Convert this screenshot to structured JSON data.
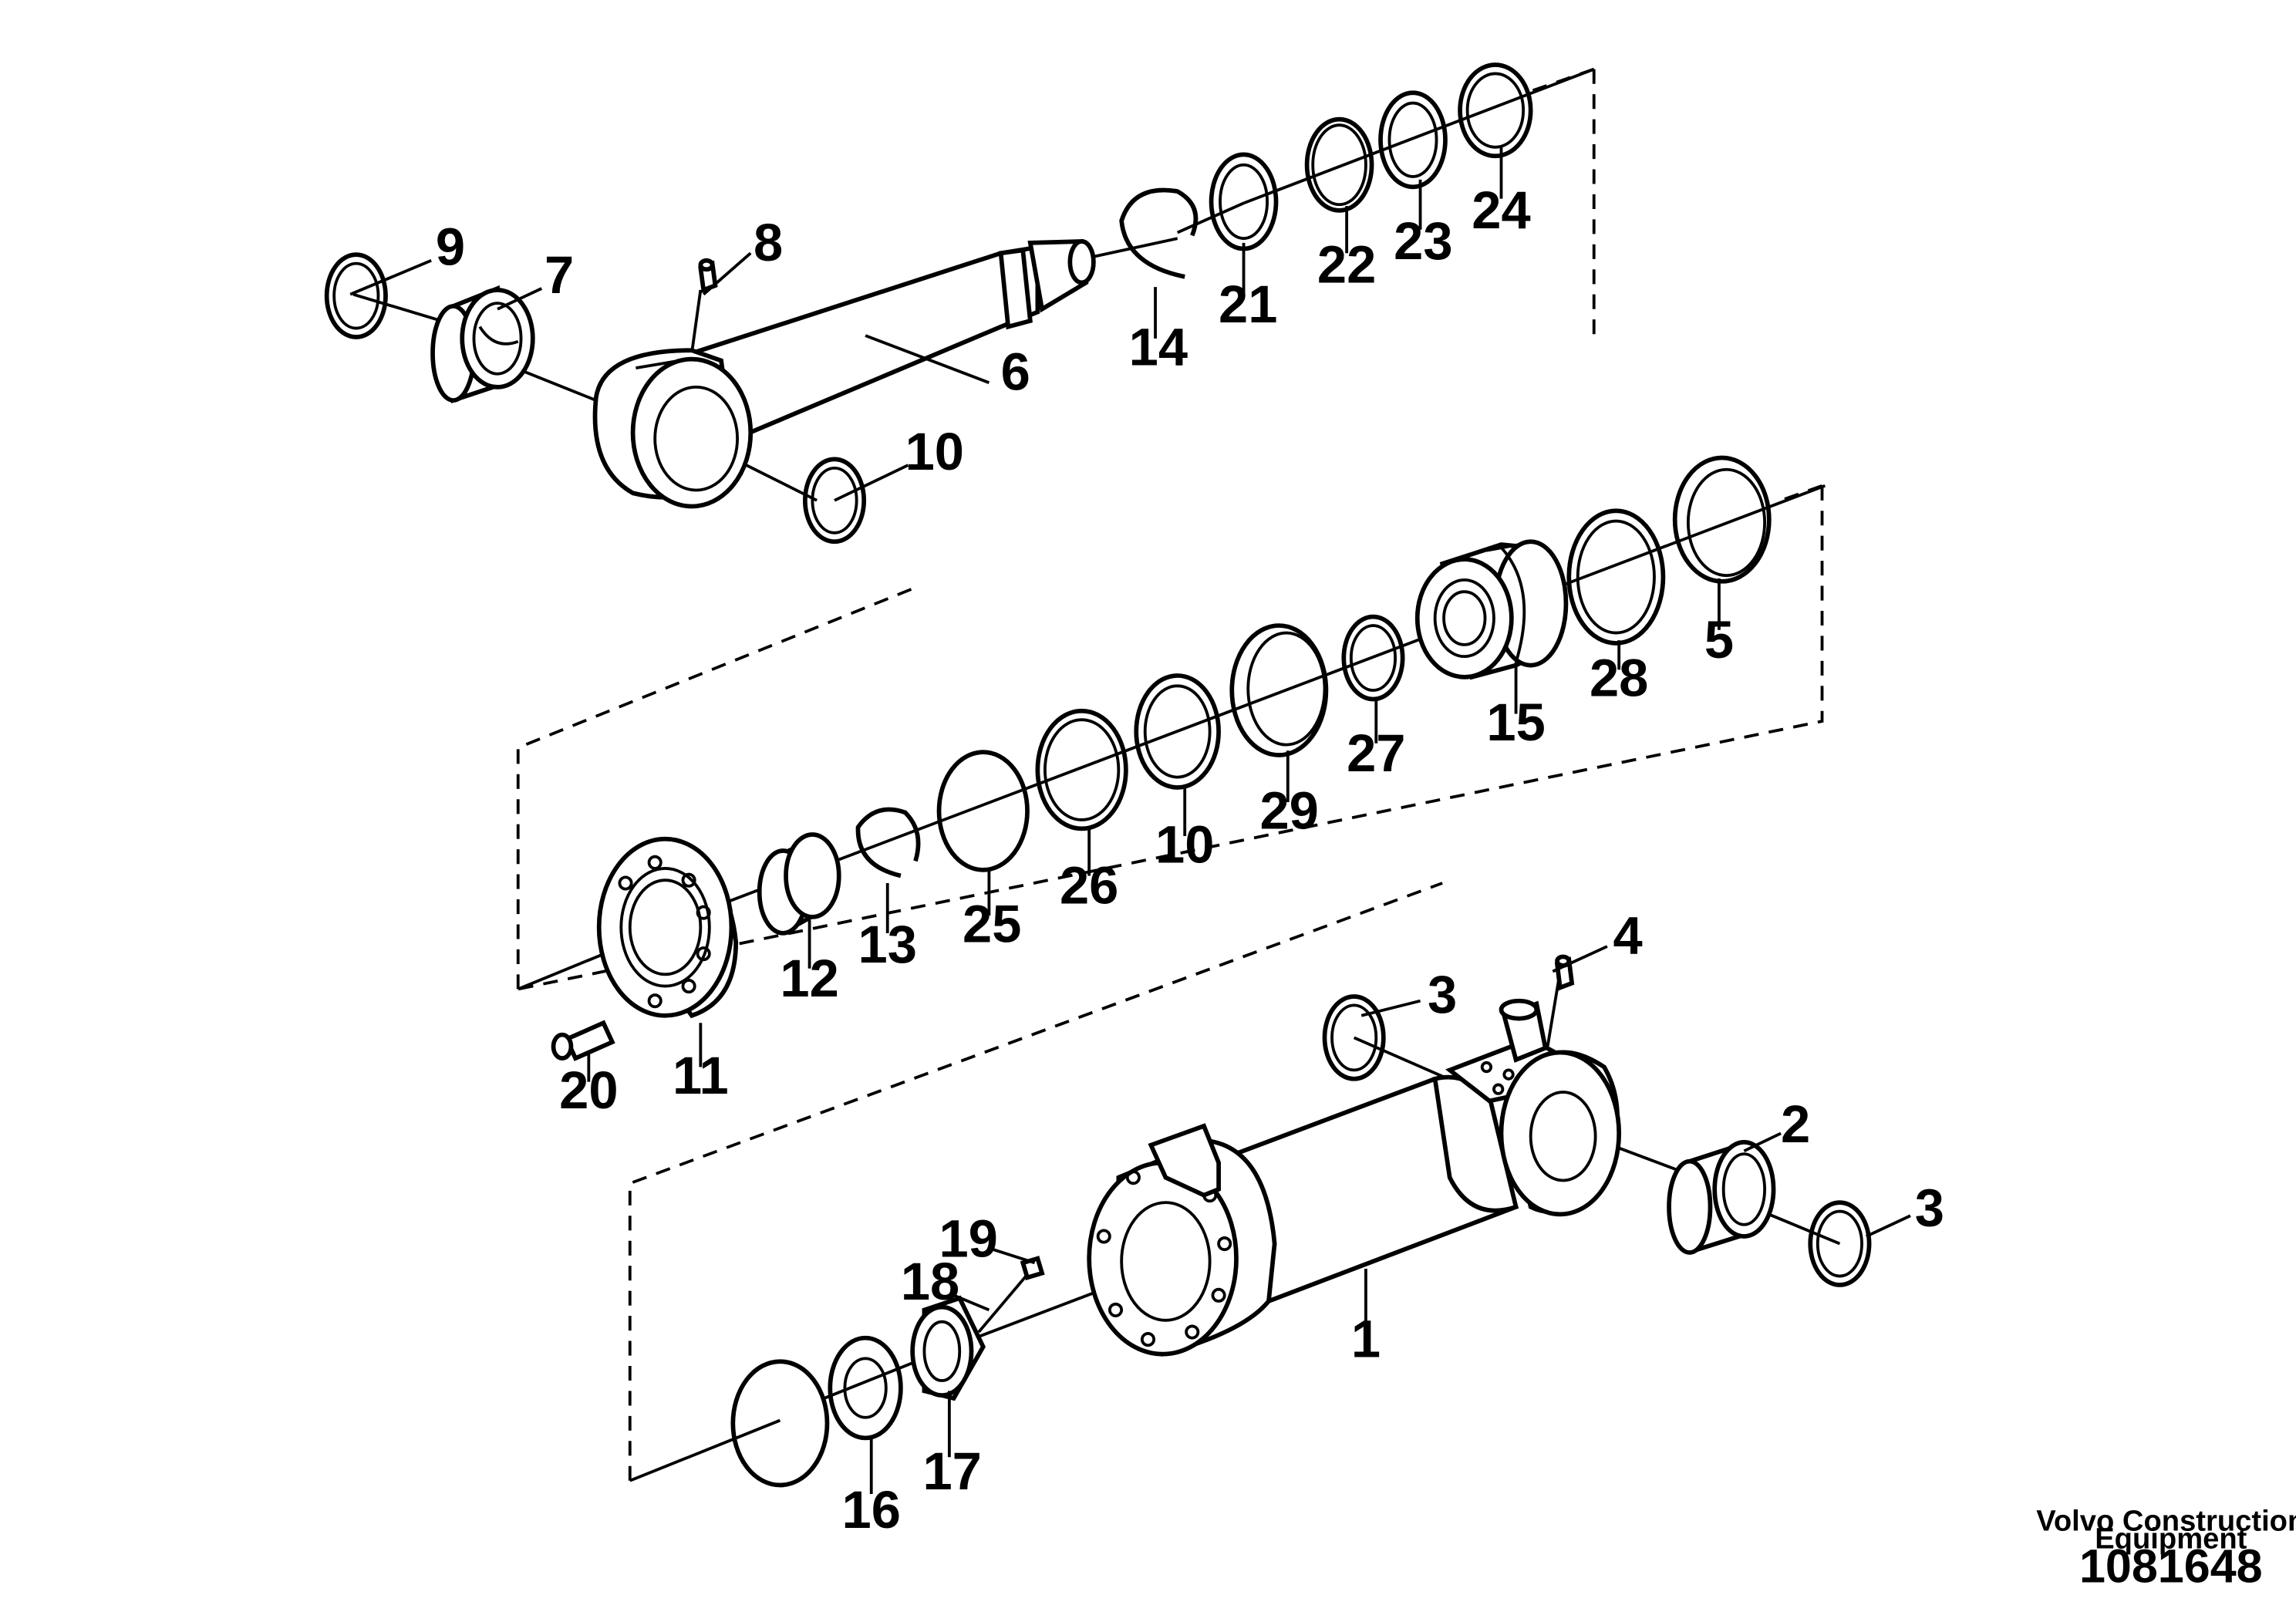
{
  "callouts": [
    {
      "id": "c1",
      "text": "1"
    },
    {
      "id": "c2",
      "text": "2"
    },
    {
      "id": "c3a",
      "text": "3"
    },
    {
      "id": "c3b",
      "text": "3"
    },
    {
      "id": "c4",
      "text": "4"
    },
    {
      "id": "c5",
      "text": "5"
    },
    {
      "id": "c6",
      "text": "6"
    },
    {
      "id": "c7",
      "text": "7"
    },
    {
      "id": "c8",
      "text": "8"
    },
    {
      "id": "c9",
      "text": "9"
    },
    {
      "id": "c10a",
      "text": "10"
    },
    {
      "id": "c10b",
      "text": "10"
    },
    {
      "id": "c11",
      "text": "11"
    },
    {
      "id": "c12",
      "text": "12"
    },
    {
      "id": "c13",
      "text": "13"
    },
    {
      "id": "c14",
      "text": "14"
    },
    {
      "id": "c15",
      "text": "15"
    },
    {
      "id": "c16",
      "text": "16"
    },
    {
      "id": "c17",
      "text": "17"
    },
    {
      "id": "c18",
      "text": "18"
    },
    {
      "id": "c19",
      "text": "19"
    },
    {
      "id": "c20",
      "text": "20"
    },
    {
      "id": "c21",
      "text": "21"
    },
    {
      "id": "c22",
      "text": "22"
    },
    {
      "id": "c23",
      "text": "23"
    },
    {
      "id": "c24",
      "text": "24"
    },
    {
      "id": "c25",
      "text": "25"
    },
    {
      "id": "c26",
      "text": "26"
    },
    {
      "id": "c27",
      "text": "27"
    },
    {
      "id": "c28",
      "text": "28"
    },
    {
      "id": "c29",
      "text": "29"
    }
  ],
  "footer": {
    "brand_line1": "Volvo Construction",
    "brand_line2": "Equipment",
    "doc_number": "1081648"
  }
}
